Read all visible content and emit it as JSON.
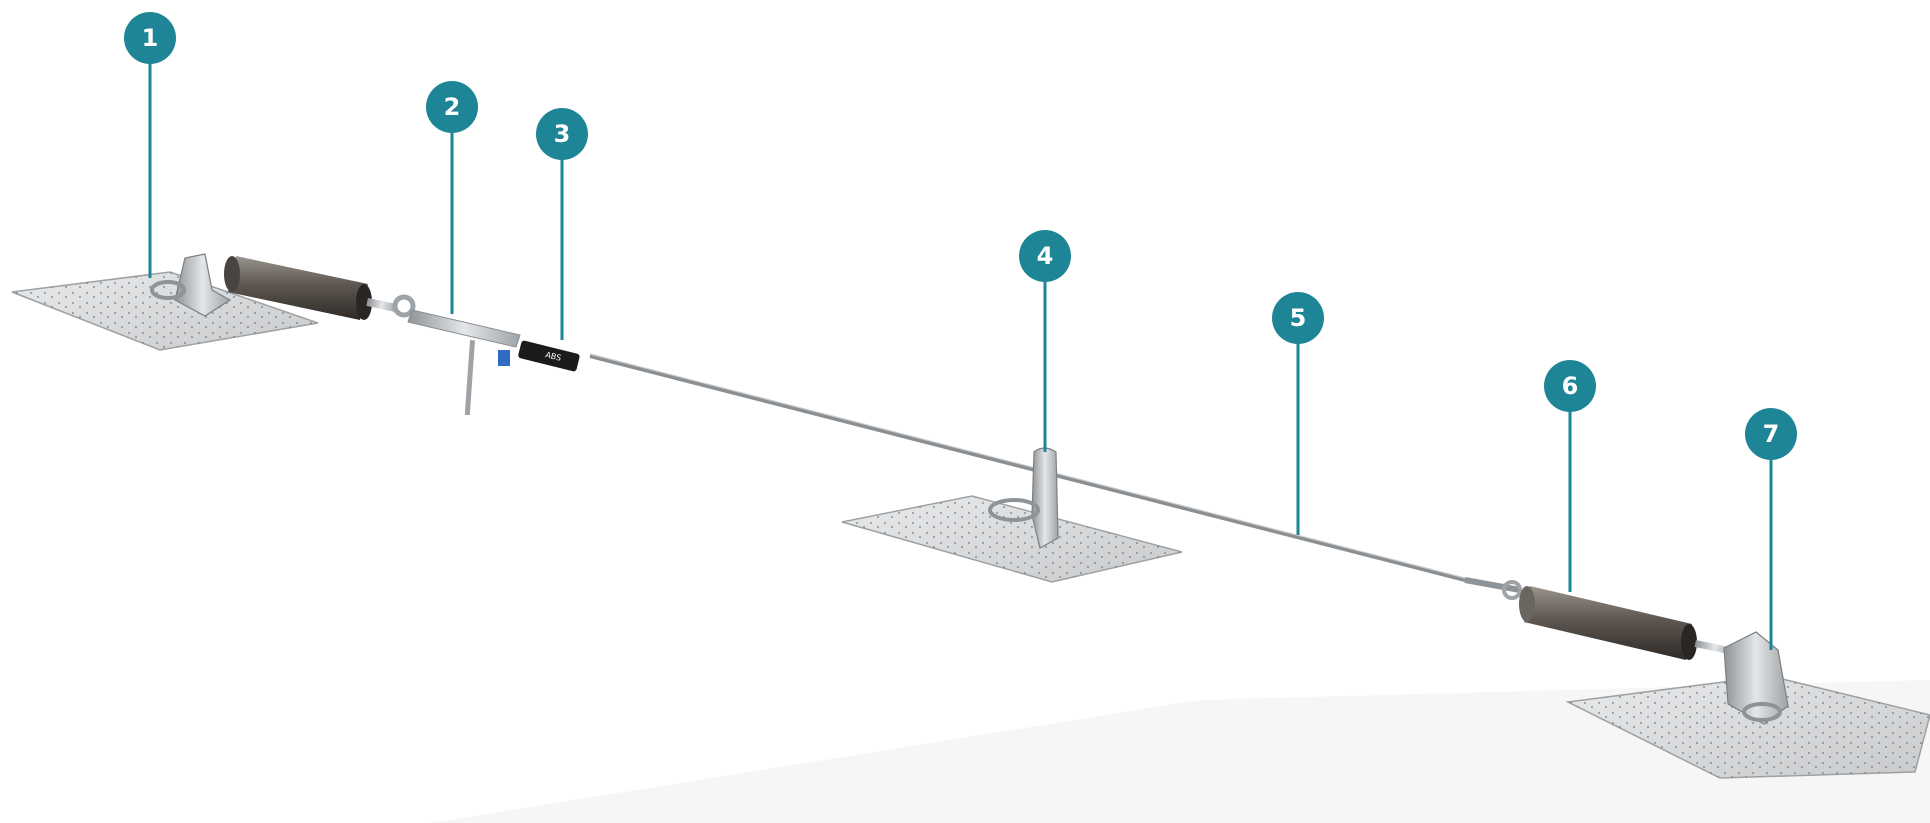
{
  "colors": {
    "callout": "#1e8597",
    "plate": "#d9dbdc",
    "plate_edge": "#9ea2a5",
    "steel": "#b8bcbf",
    "cable": "#8b8f92",
    "absorber": "#6f6a66",
    "label_text": "#ffffff"
  },
  "callouts": [
    {
      "id": "1",
      "label": "1"
    },
    {
      "id": "2",
      "label": "2"
    },
    {
      "id": "3",
      "label": "3"
    },
    {
      "id": "4",
      "label": "4"
    },
    {
      "id": "5",
      "label": "5"
    },
    {
      "id": "6",
      "label": "6"
    },
    {
      "id": "7",
      "label": "7"
    }
  ],
  "tensioner_brand": "ABS"
}
